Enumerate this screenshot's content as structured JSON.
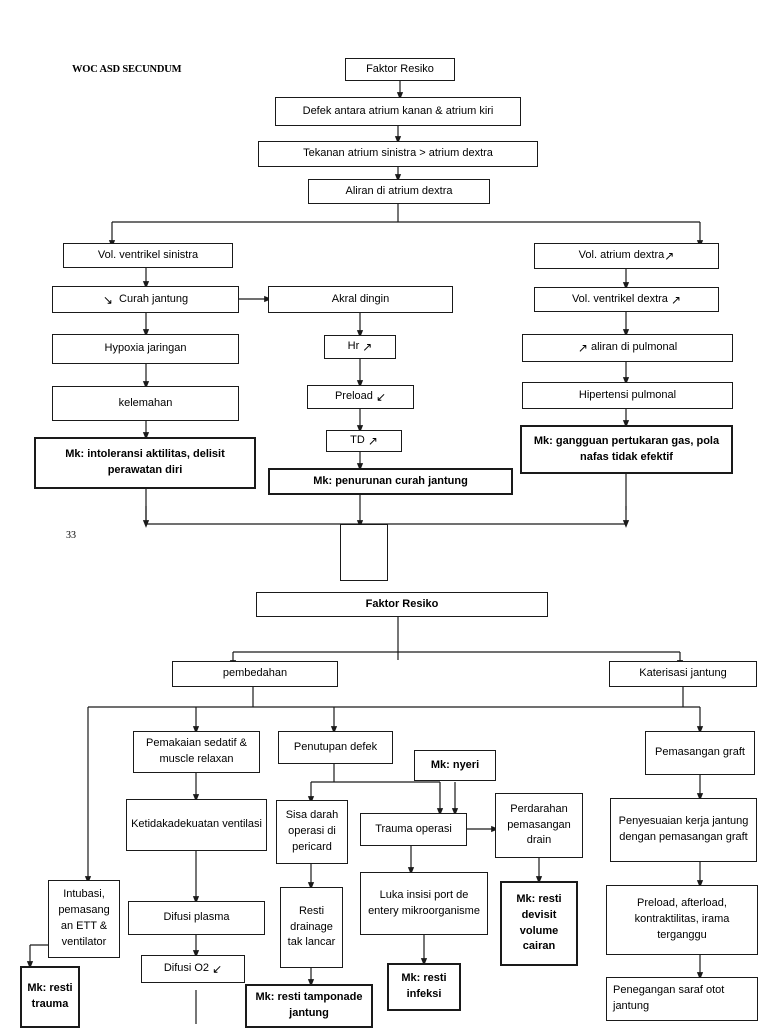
{
  "document": {
    "title": "WOC ASD SECUNDUM",
    "page_number": "33"
  },
  "diagram": {
    "type": "flowchart",
    "top_chart": {
      "nodes": [
        {
          "id": "n1",
          "label": "Faktor Resiko"
        },
        {
          "id": "n2",
          "label": "Defek antara atrium kanan & atrium kiri"
        },
        {
          "id": "n3",
          "label": "Tekanan atrium sinistra > atrium dextra"
        },
        {
          "id": "n4",
          "label": "Aliran di atrium dextra"
        },
        {
          "id": "n5",
          "label": "Vol. ventrikel sinistra"
        },
        {
          "id": "n6",
          "label": "Curah jantung",
          "prefix_icon": "arrow-down-small"
        },
        {
          "id": "n7",
          "label": "Hypoxia jaringan"
        },
        {
          "id": "n8",
          "label": "kelemahan"
        },
        {
          "id": "n9",
          "label": "Mk: intoleransi aktilitas, delisit perawatan diri"
        },
        {
          "id": "n10",
          "label": "Akral dingin"
        },
        {
          "id": "n11",
          "label": "Hr",
          "suffix_icon": "arrow-up-right"
        },
        {
          "id": "n12",
          "label": "Preload",
          "suffix_icon": "arrow-down-left"
        },
        {
          "id": "n13",
          "label": "TD",
          "suffix_icon": "arrow-up-right"
        },
        {
          "id": "n14",
          "label": "Mk: penurunan curah jantung"
        },
        {
          "id": "n15",
          "label": "Vol. atrium dextra",
          "suffix_icon": "arrow-up-right"
        },
        {
          "id": "n16",
          "label": "Vol. ventrikel dextra",
          "suffix_icon": "arrow-up-right"
        },
        {
          "id": "n17",
          "label": "aliran di pulmonal",
          "prefix_icon": "arrow-up-right"
        },
        {
          "id": "n18",
          "label": "Hipertensi pulmonal"
        },
        {
          "id": "n19",
          "label": "Mk: gangguan pertukaran gas, pola nafas tidak efektif"
        },
        {
          "id": "n20",
          "label": ""
        }
      ]
    },
    "bottom_chart": {
      "nodes": [
        {
          "id": "b1",
          "label": "Faktor Resiko"
        },
        {
          "id": "b2",
          "label": "pembedahan"
        },
        {
          "id": "b3",
          "label": "Katerisasi jantung"
        },
        {
          "id": "b4",
          "label": "Pemakaian sedatif & muscle relaxan"
        },
        {
          "id": "b5",
          "label": "Penutupan defek"
        },
        {
          "id": "b6",
          "label": "Mk: nyeri"
        },
        {
          "id": "b7",
          "label": "Pemasangan graft"
        },
        {
          "id": "b8",
          "label": "Ketidakadekuatan ventilasi"
        },
        {
          "id": "b9",
          "label": "Sisa darah operasi di pericard"
        },
        {
          "id": "b10",
          "label": "Trauma operasi"
        },
        {
          "id": "b11",
          "label": "Perdarahan pemasangan drain"
        },
        {
          "id": "b12",
          "label": "Penyesuaian kerja jantung dengan pemasangan graft"
        },
        {
          "id": "b13",
          "label": "Intubasi, pemasang an ETT & ventilator"
        },
        {
          "id": "b14",
          "label": "Difusi plasma"
        },
        {
          "id": "b15",
          "label": "Resti drainage tak lancar"
        },
        {
          "id": "b16",
          "label": "Luka insisi port de entery mikroorganisme"
        },
        {
          "id": "b17",
          "label": "Mk: resti devisit volume cairan"
        },
        {
          "id": "b18",
          "label": "Preload, afterload, kontraktilitas, irama terganggu"
        },
        {
          "id": "b19",
          "label": "Mk: resti trauma"
        },
        {
          "id": "b20",
          "label": "Difusi O2",
          "suffix_icon": "arrow-down-left"
        },
        {
          "id": "b21",
          "label": "Mk: resti tamponade jantung"
        },
        {
          "id": "b22",
          "label": "Mk: resti infeksi"
        },
        {
          "id": "b23",
          "label": "Penegangan saraf otot jantung"
        }
      ]
    }
  },
  "colors": {
    "stroke": "#1a1a1a",
    "background": "#ffffff",
    "text": "#000000"
  }
}
